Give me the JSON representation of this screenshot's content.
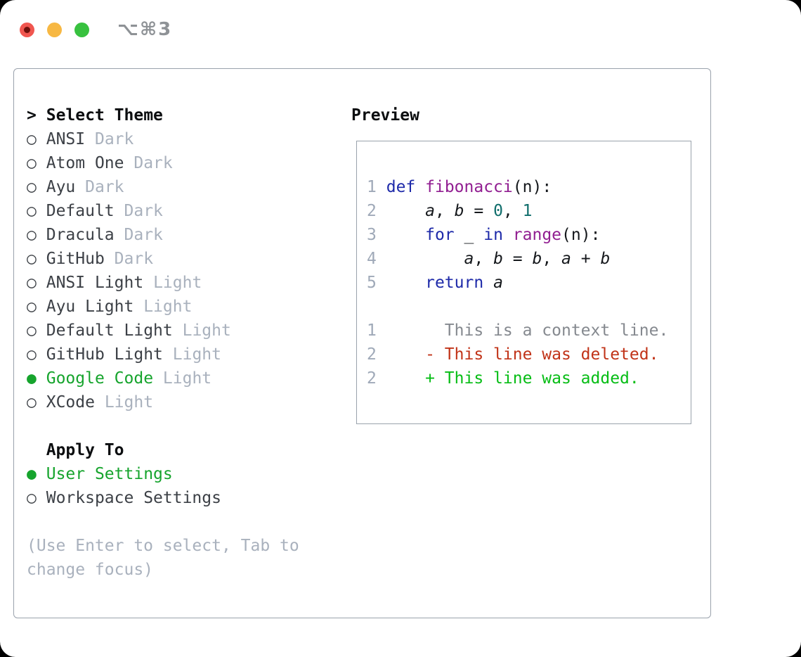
{
  "window": {
    "title": "⌥⌘3",
    "traffic_lights": [
      {
        "name": "close",
        "color": "#f0564f"
      },
      {
        "name": "minimize",
        "color": "#f7b843"
      },
      {
        "name": "zoom",
        "color": "#38c13f"
      }
    ]
  },
  "theme_picker": {
    "header_marker": ">",
    "header_label": "Select Theme",
    "marker_selected": "●",
    "marker_unselected": "○",
    "items": [
      {
        "name": "ANSI",
        "variant": "Dark",
        "selected": false
      },
      {
        "name": "Atom One",
        "variant": "Dark",
        "selected": false
      },
      {
        "name": "Ayu",
        "variant": "Dark",
        "selected": false
      },
      {
        "name": "Default",
        "variant": "Dark",
        "selected": false
      },
      {
        "name": "Dracula",
        "variant": "Dark",
        "selected": false
      },
      {
        "name": "GitHub",
        "variant": "Dark",
        "selected": false
      },
      {
        "name": "ANSI Light",
        "variant": "Light",
        "selected": false
      },
      {
        "name": "Ayu Light",
        "variant": "Light",
        "selected": false
      },
      {
        "name": "Default Light",
        "variant": "Light",
        "selected": false
      },
      {
        "name": "GitHub Light",
        "variant": "Light",
        "selected": false
      },
      {
        "name": "Google Code",
        "variant": "Light",
        "selected": true
      },
      {
        "name": "XCode",
        "variant": "Light",
        "selected": false
      }
    ]
  },
  "apply_to": {
    "header": "Apply To",
    "options": [
      {
        "label": "User Settings",
        "selected": true
      },
      {
        "label": "Workspace Settings",
        "selected": false
      }
    ]
  },
  "hint_lines": [
    "(Use Enter to select, Tab to",
    "change focus)"
  ],
  "preview": {
    "title": "Preview",
    "code_lines": [
      {
        "num": "1",
        "tokens": [
          [
            "def",
            "kwd"
          ],
          [
            " ",
            "pln"
          ],
          [
            "fibonacci",
            "fn"
          ],
          [
            "(",
            "pln"
          ],
          [
            "n",
            "pln"
          ],
          [
            "):",
            "pln"
          ]
        ]
      },
      {
        "num": "2",
        "tokens": [
          [
            "    ",
            "pln"
          ],
          [
            "a",
            "var"
          ],
          [
            ", ",
            "pln"
          ],
          [
            "b",
            "var"
          ],
          [
            " = ",
            "pln"
          ],
          [
            "0",
            "lit"
          ],
          [
            ", ",
            "pln"
          ],
          [
            "1",
            "lit"
          ]
        ]
      },
      {
        "num": "3",
        "tokens": [
          [
            "    ",
            "pln"
          ],
          [
            "for",
            "kwd"
          ],
          [
            " ",
            "pln"
          ],
          [
            "_",
            "pln"
          ],
          [
            " ",
            "pln"
          ],
          [
            "in",
            "kwd"
          ],
          [
            " ",
            "pln"
          ],
          [
            "range",
            "fn"
          ],
          [
            "(",
            "pln"
          ],
          [
            "n",
            "pln"
          ],
          [
            "):",
            "pln"
          ]
        ]
      },
      {
        "num": "4",
        "tokens": [
          [
            "        ",
            "pln"
          ],
          [
            "a",
            "var"
          ],
          [
            ", ",
            "pln"
          ],
          [
            "b",
            "var"
          ],
          [
            " = ",
            "pln"
          ],
          [
            "b",
            "var"
          ],
          [
            ", ",
            "pln"
          ],
          [
            "a",
            "var"
          ],
          [
            " + ",
            "pln"
          ],
          [
            "b",
            "var"
          ]
        ]
      },
      {
        "num": "5",
        "tokens": [
          [
            "    ",
            "pln"
          ],
          [
            "return",
            "kwd"
          ],
          [
            " ",
            "pln"
          ],
          [
            "a",
            "var"
          ]
        ]
      }
    ],
    "diff_lines": [
      {
        "num": "1",
        "kind": "ctx",
        "text": "      This is a context line."
      },
      {
        "num": "2",
        "kind": "del",
        "text": "    - This line was deleted."
      },
      {
        "num": "2",
        "kind": "add",
        "text": "    + This line was added."
      }
    ]
  },
  "colors": {
    "accent_green": "#16a42d",
    "keyword_blue": "#1e2aa9",
    "function_purple": "#911e91",
    "literal_teal": "#106e6c",
    "diff_red": "#c13318",
    "diff_green": "#06bd15",
    "muted_gray": "#a9b1bd",
    "line_number_gray": "#9fa9b8",
    "border_gray": "#9aa2ac"
  }
}
